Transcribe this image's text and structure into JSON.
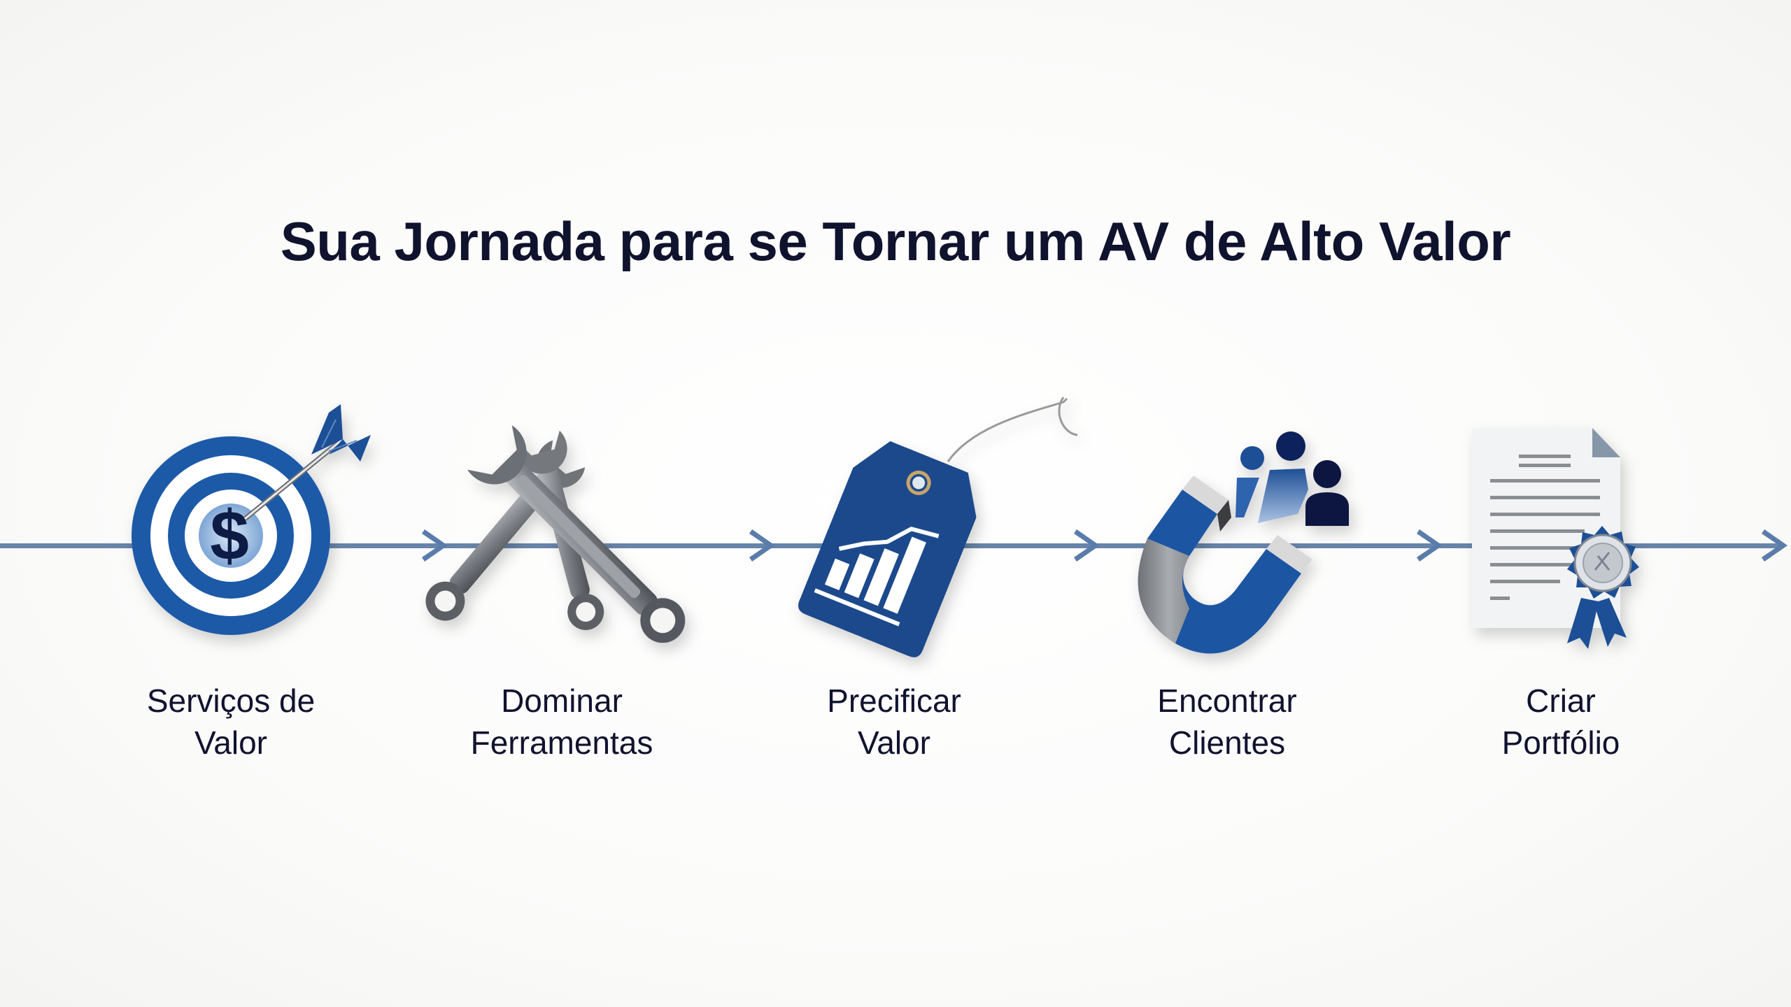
{
  "title": "Sua Jornada para se Tornar um AV de Alto Valor",
  "colors": {
    "timeline": "#6884aa",
    "primary_blue": "#1f4f96",
    "dark_navy": "#10132e",
    "steel_gray": "#8a8d92"
  },
  "timeline": {
    "direction": "left-to-right",
    "arrowheads_x": [
      640,
      1108,
      1572,
      2062,
      2555
    ]
  },
  "steps": [
    {
      "icon": "target-dollar-icon",
      "label_line1": "Serviços de",
      "label_line2": "Valor"
    },
    {
      "icon": "wrenches-icon",
      "label_line1": "Dominar",
      "label_line2": "Ferramentas"
    },
    {
      "icon": "price-tag-chart-icon",
      "label_line1": "Precificar",
      "label_line2": "Valor"
    },
    {
      "icon": "magnet-people-icon",
      "label_line1": "Encontrar",
      "label_line2": "Clientes"
    },
    {
      "icon": "certificate-document-icon",
      "label_line1": "Criar",
      "label_line2": "Portfólio"
    }
  ]
}
